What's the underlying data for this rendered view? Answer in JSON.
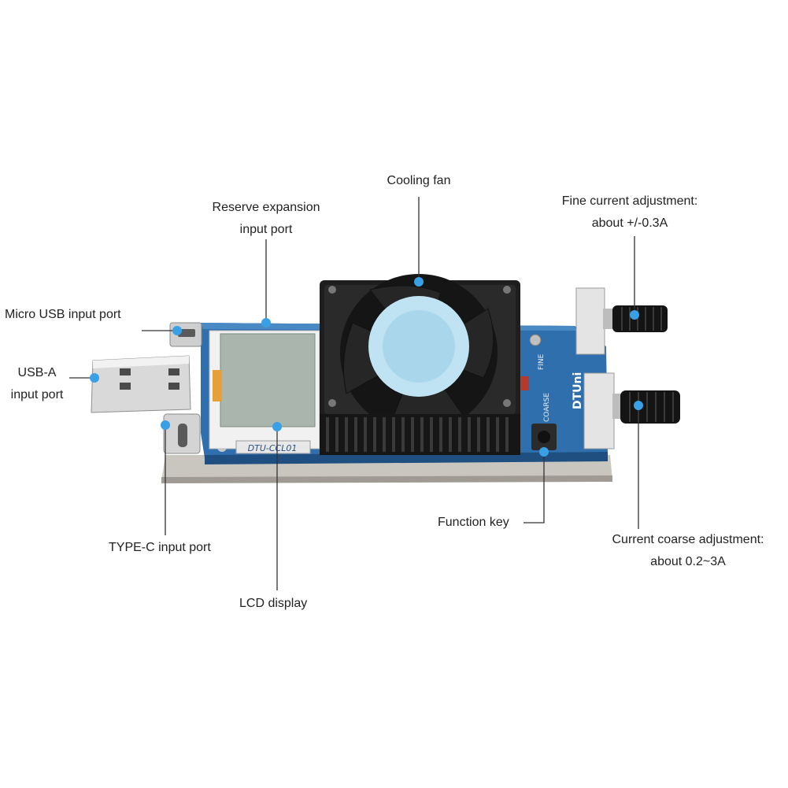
{
  "callouts": {
    "cooling_fan": "Cooling fan",
    "reserve_expansion_line1": "Reserve expansion",
    "reserve_expansion_line2": "input port",
    "fine_current_line1": "Fine current adjustment:",
    "fine_current_line2": "about +/-0.3A",
    "micro_usb": "Micro USB input port",
    "usb_a_line1": "USB-A",
    "usb_a_line2": "input port",
    "type_c": "TYPE-C input port",
    "lcd_display": "LCD display",
    "function_key": "Function key",
    "coarse_current_line1": "Current coarse adjustment:",
    "coarse_current_line2": "about 0.2~3A"
  },
  "board": {
    "model_text": "DTU-CCL01",
    "brand_text": "DTUni",
    "fine_silk": "FINE",
    "coarse_silk": "COARSE"
  },
  "colors": {
    "pcb": "#2f6fae",
    "heatsink": "#1c1c1c",
    "fan_hub": "#bfe3f2",
    "callout_dot": "#3aa0e6",
    "leader_line": "#333333",
    "lcd": "#a9b5ad"
  }
}
